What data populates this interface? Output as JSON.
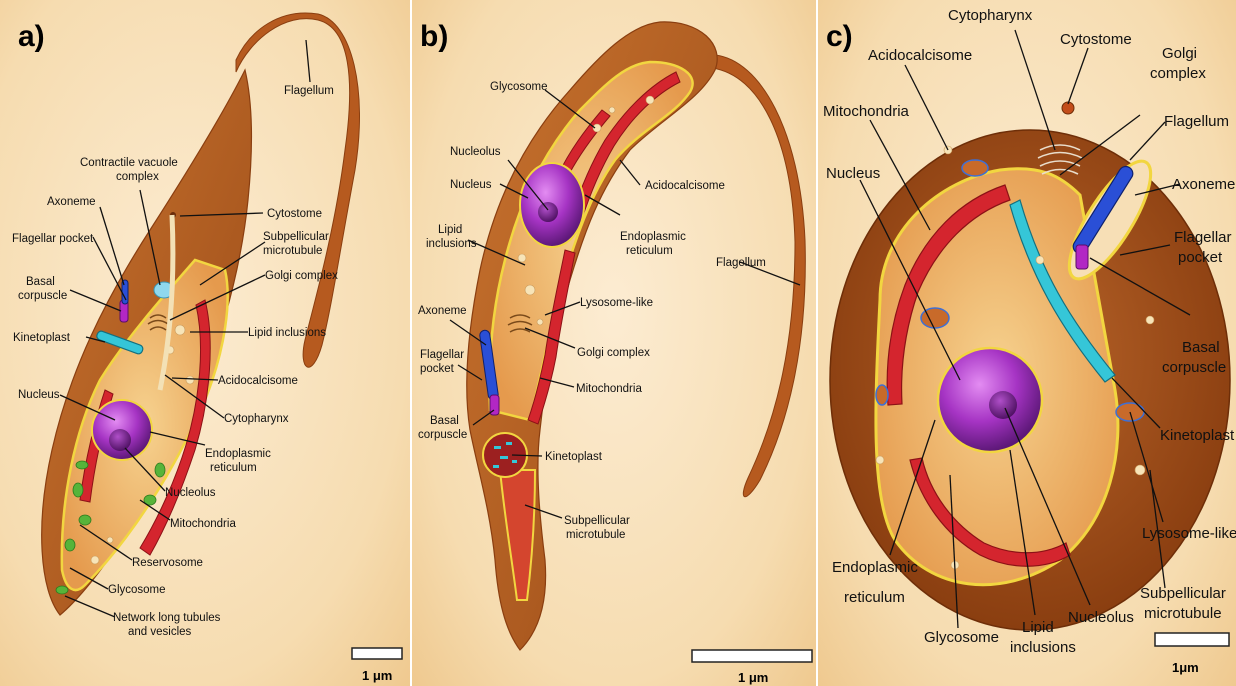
{
  "panels": {
    "a": {
      "letter": "a)",
      "labels": {
        "flagellum": "Flagellum",
        "contractile": [
          "Contractile vacuole",
          "complex"
        ],
        "cytostome": "Cytostome",
        "axoneme": "Axoneme",
        "subpellicular": [
          "Subpellicular",
          "microtubule"
        ],
        "flagellar_pocket": "Flagellar pocket",
        "golgi": "Golgi complex",
        "basal": [
          "Basal",
          "corpuscle"
        ],
        "lipid": "Lipid inclusions",
        "kinetoplast": "Kinetoplast",
        "acidocalcisome": "Acidocalcisome",
        "nucleus": "Nucleus",
        "cytopharynx": "Cytopharynx",
        "er": [
          "Endoplasmic",
          "reticulum"
        ],
        "nucleolus": "Nucleolus",
        "mitochondria": "Mitochondria",
        "reservosome": "Reservosome",
        "glycosome": "Glycosome",
        "network": [
          "Network long tubules",
          "and vesicles"
        ]
      },
      "scale": "1 μm"
    },
    "b": {
      "letter": "b)",
      "labels": {
        "glycosome": "Glycosome",
        "nucleolus": "Nucleolus",
        "nucleus": "Nucleus",
        "acidocalcisome": "Acidocalcisome",
        "er": [
          "Endoplasmic",
          "reticulum"
        ],
        "lipid": [
          "Lipid",
          "inclusions"
        ],
        "flagellum": "Flagellum",
        "lysosome": "Lysosome-like",
        "axoneme": "Axoneme",
        "flagellar_pocket": [
          "Flagellar",
          "pocket"
        ],
        "golgi": "Golgi complex",
        "mitochondria": "Mitochondria",
        "basal": [
          "Basal",
          "corpuscle"
        ],
        "kinetoplast": "Kinetoplast",
        "subpellicular": [
          "Subpellicular",
          "microtubule"
        ]
      },
      "scale": "1 μm"
    },
    "c": {
      "letter": "c)",
      "labels": {
        "cytopharynx": "Cytopharynx",
        "cytostome": "Cytostome",
        "acidocalcisome": "Acidocalcisome",
        "golgi": [
          "Golgi",
          "complex"
        ],
        "mitochondria": "Mitochondria",
        "flagellum": "Flagellum",
        "nucleus": "Nucleus",
        "axoneme": "Axoneme",
        "flagellar_pocket": [
          "Flagellar",
          "pocket"
        ],
        "basal": [
          "Basal",
          "corpuscle"
        ],
        "kinetoplast": "Kinetoplast",
        "lysosome": "Lysosome-like",
        "er": [
          "Endoplasmic",
          "reticulum"
        ],
        "subpellicular": [
          "Subpellicular",
          "microtubule"
        ],
        "glycosome": "Glycosome",
        "lipid": [
          "Lipid",
          "inclusions"
        ],
        "nucleolus": "Nucleolus"
      },
      "scale": "1μm"
    }
  },
  "colors": {
    "background": "#f7dfb6",
    "body": "#b85c22",
    "body_light": "#d98a3e",
    "cytoplasm": "#e8a257",
    "membrane": "#f2d640",
    "mitochondria": "#d4252e",
    "nucleus": "#9b2fb5",
    "nucleolus": "#5a1070",
    "axoneme": "#2a4fd6",
    "kinetoplast": "#35c6d8",
    "basal": "#b227c4",
    "glycosome": "#f1c98a",
    "green_vesicle": "#57b43a"
  }
}
